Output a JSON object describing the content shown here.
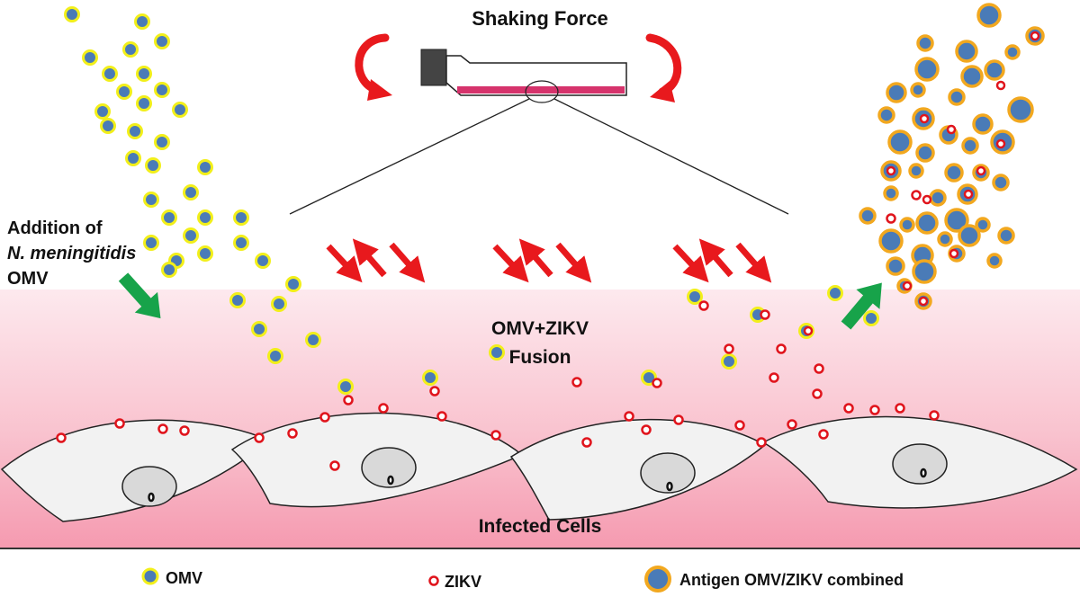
{
  "title": "Shaking Force",
  "addition": {
    "line1": "Addition of",
    "line2": "N. meningitidis",
    "line3": "OMV"
  },
  "fusion": {
    "line1": "OMV+ZIKV",
    "line2": "Fusion"
  },
  "cells_label": "Infected Cells",
  "legend": [
    {
      "icon": "omv-particle-icon",
      "label": "OMV"
    },
    {
      "icon": "zikv-particle-icon",
      "label": "ZIKV"
    },
    {
      "icon": "combined-particle-icon",
      "label": "Antigen OMV/ZIKV  combined"
    }
  ],
  "colors": {
    "omv_fill": "#4a7bb7",
    "omv_ring": "#f2ef1a",
    "zikv_ring": "#e0141c",
    "combined_ring": "#f2a81f",
    "arrow_red": "#e8191d",
    "arrow_green": "#17a34a",
    "band_pink": "#f7a9b9",
    "tube_stripe": "#d6336c"
  }
}
